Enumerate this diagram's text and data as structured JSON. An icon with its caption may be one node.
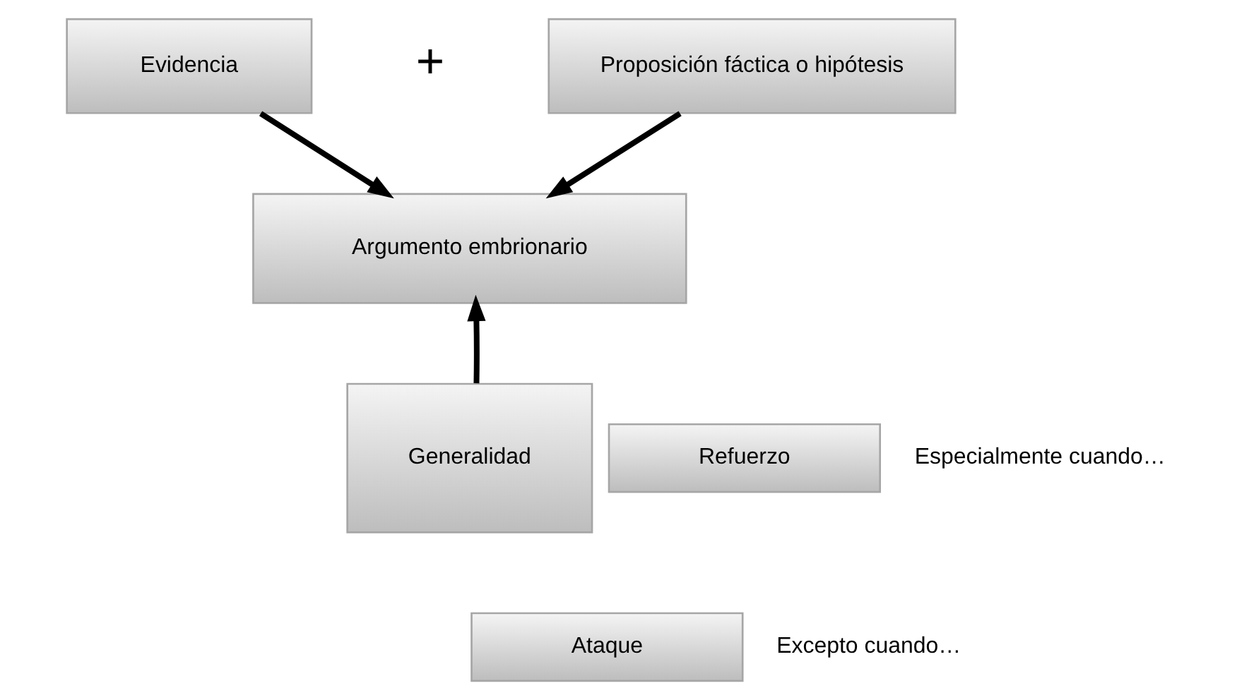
{
  "diagram": {
    "nodes": [
      {
        "text": [
          "Evidencia"
        ]
      },
      {
        "text": [
          "Proposición fáctica o hipótesis"
        ]
      },
      {
        "text": [
          "Argumento embrionario"
        ]
      },
      {
        "text": [
          "Generalidad"
        ]
      },
      {
        "text": [
          "Refuerzo"
        ],
        "beside": [
          "Especialmente cuando…"
        ]
      },
      {
        "text": [
          "Ataque"
        ],
        "beside": [
          "Excepto cuando…"
        ]
      }
    ],
    "edges": [
      {
        "from": 0,
        "to": 2,
        "arrow": "to"
      },
      {
        "from": 1,
        "to": 2,
        "arrow": "to"
      },
      {
        "from": 3,
        "to": 2,
        "arrow": "to"
      }
    ],
    "labels": [
      "+"
    ]
  }
}
